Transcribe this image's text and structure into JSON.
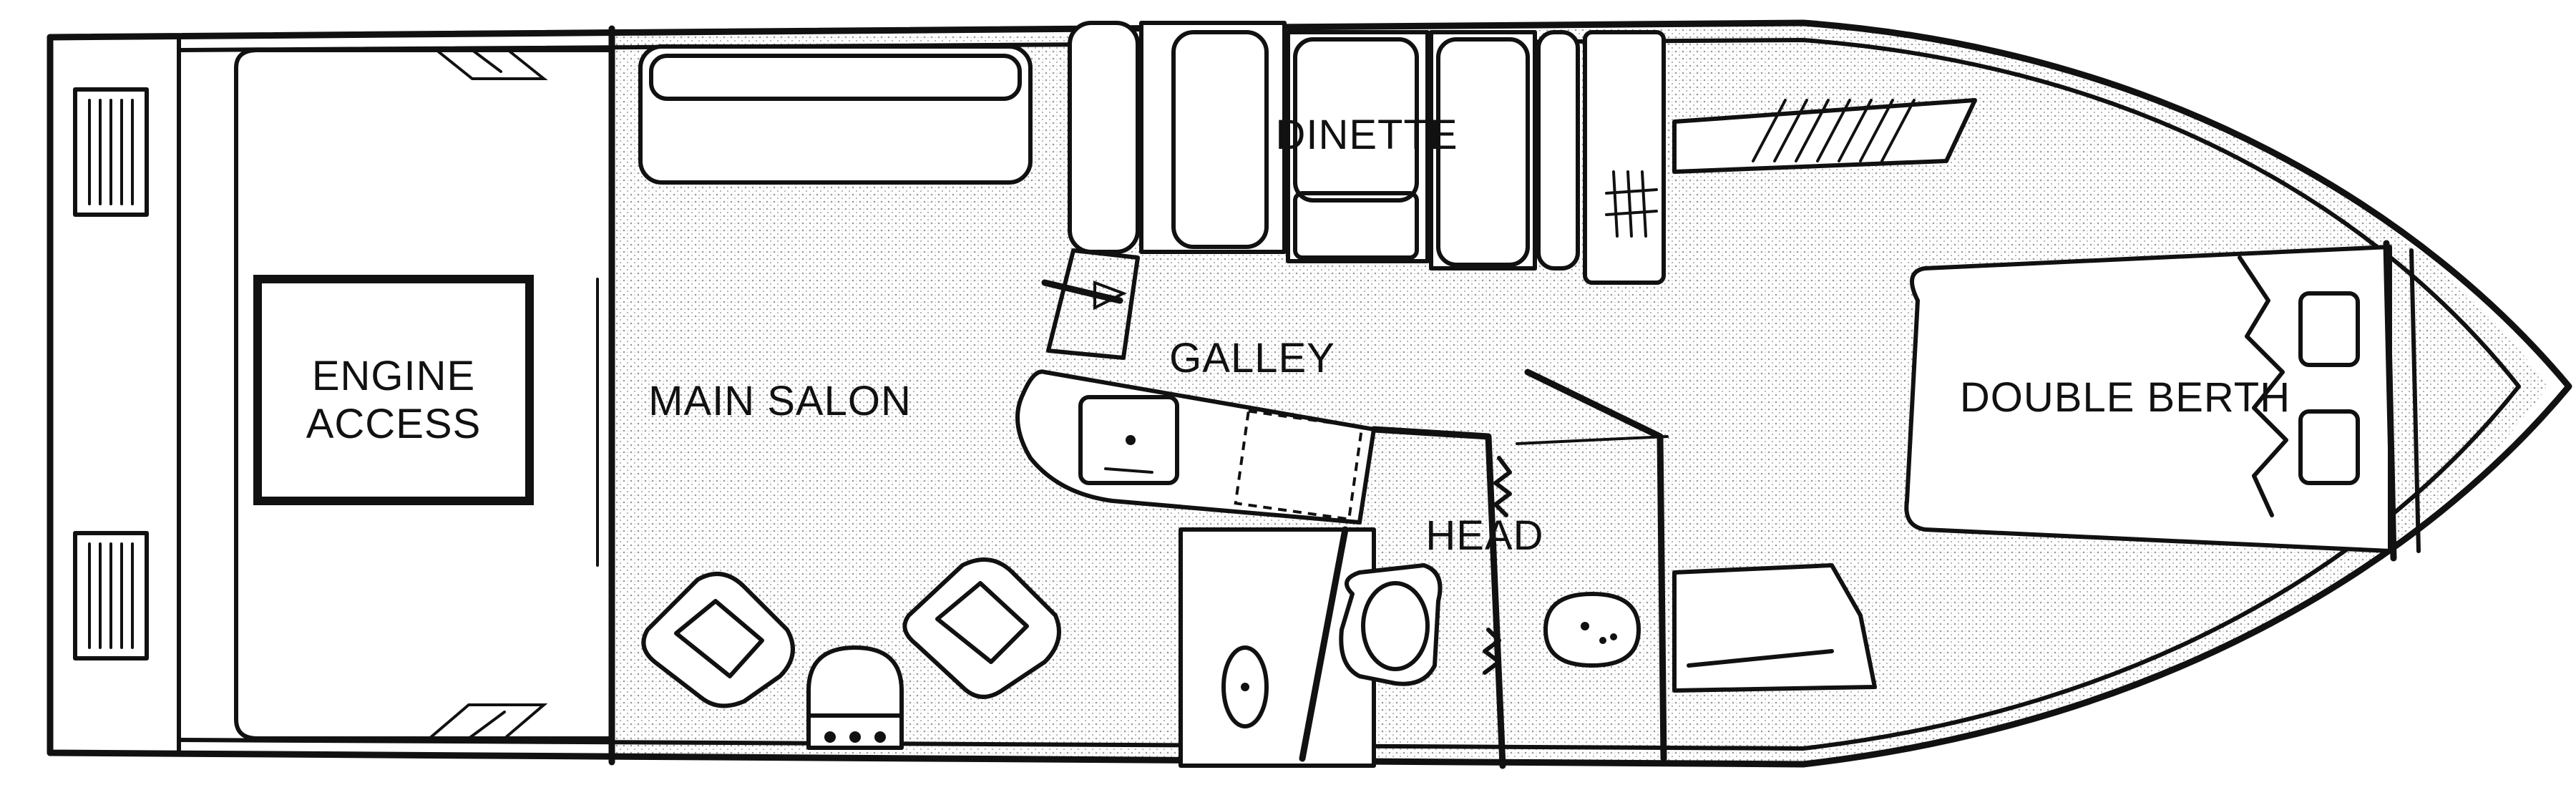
{
  "labels": {
    "dinette": "DINETTE",
    "galley": "GALLEY",
    "engine_access_line1": "ENGINE",
    "engine_access_line2": "ACCESS",
    "main_salon": "MAIN SALON",
    "head": "HEAD",
    "double_berth": "DOUBLE BERTH"
  },
  "colors": {
    "line": "#111111",
    "stipple": "#9a9a9a",
    "background": "#ffffff"
  }
}
